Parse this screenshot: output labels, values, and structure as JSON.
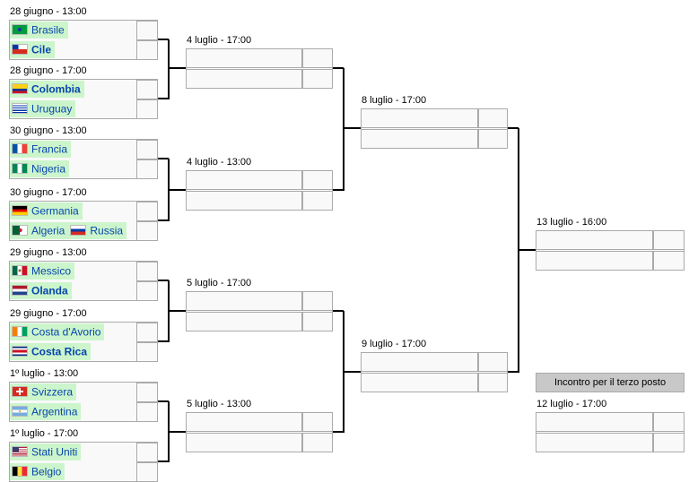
{
  "round16": [
    {
      "date": "28 giugno - 13:00",
      "teams": [
        {
          "name": "Brasile",
          "flag": "br",
          "winner": false
        },
        {
          "name": "Cile",
          "flag": "cl",
          "winner": true
        }
      ]
    },
    {
      "date": "28 giugno - 17:00",
      "teams": [
        {
          "name": "Colombia",
          "flag": "co",
          "winner": true
        },
        {
          "name": "Uruguay",
          "flag": "uy",
          "winner": false
        }
      ]
    },
    {
      "date": "30 giugno - 13:00",
      "teams": [
        {
          "name": "Francia",
          "flag": "fr",
          "winner": false
        },
        {
          "name": "Nigeria",
          "flag": "ng",
          "winner": false
        }
      ]
    },
    {
      "date": "30 giugno - 17:00",
      "teams": [
        {
          "name": "Germania",
          "flag": "de",
          "winner": false
        },
        {
          "name": "Algeria",
          "flag": "dz",
          "winner": false,
          "extra_name": "Russia",
          "extra_flag": "ru"
        }
      ]
    },
    {
      "date": "29 giugno - 13:00",
      "teams": [
        {
          "name": "Messico",
          "flag": "mx",
          "winner": false
        },
        {
          "name": "Olanda",
          "flag": "nl",
          "winner": true
        }
      ]
    },
    {
      "date": "29 giugno - 17:00",
      "teams": [
        {
          "name": "Costa d'Avorio",
          "flag": "ci",
          "winner": false
        },
        {
          "name": "Costa Rica",
          "flag": "cr",
          "winner": true
        }
      ]
    },
    {
      "date": "1º luglio - 13:00",
      "teams": [
        {
          "name": "Svizzera",
          "flag": "ch",
          "winner": false
        },
        {
          "name": "Argentina",
          "flag": "ar",
          "winner": false
        }
      ]
    },
    {
      "date": "1º luglio - 17:00",
      "teams": [
        {
          "name": "Stati Uniti",
          "flag": "us",
          "winner": false
        },
        {
          "name": "Belgio",
          "flag": "be",
          "winner": false
        }
      ]
    }
  ],
  "quarters": [
    {
      "date": "4 luglio - 17:00"
    },
    {
      "date": "4 luglio - 13:00"
    },
    {
      "date": "5 luglio - 17:00"
    },
    {
      "date": "5 luglio - 13:00"
    }
  ],
  "semis": [
    {
      "date": "8 luglio - 17:00"
    },
    {
      "date": "9 luglio - 17:00"
    }
  ],
  "final": {
    "date": "13 luglio - 16:00"
  },
  "third_place": {
    "label": "Incontro per il terzo posto",
    "date": "12 luglio - 17:00"
  },
  "colors": {
    "team_highlight": "#ccf5cc",
    "link": "#0645ad",
    "box_border": "#aaaaaa",
    "box_fill": "#f9f9f9",
    "third_header": "#c8c8c8"
  }
}
